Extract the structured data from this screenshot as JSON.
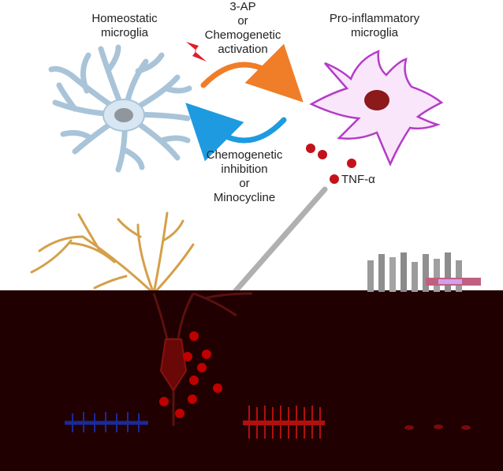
{
  "labels": {
    "homeostatic_line1": "Homeostatic",
    "homeostatic_line2": "microglia",
    "pro_line1": "Pro-inflammatory",
    "pro_line2": "microglia",
    "activation_line1": "3-AP",
    "activation_line2": "or",
    "activation_line3": "Chemogenetic",
    "activation_line4": "activation",
    "inhibition_line1": "Chemogenetic",
    "inhibition_line2": "inhibition",
    "inhibition_line3": "or",
    "inhibition_line4": "Minocycline",
    "cytokine": "TNF-α"
  },
  "colors": {
    "homeostatic_cell": "#a9c4d8",
    "homeostatic_fill": "#d7e6f2",
    "homeostatic_nucleus": "#8f969c",
    "pro_cell_outline": "#b43cc8",
    "pro_cell_fill": "#fae6fb",
    "pro_nucleus": "#8b1a1a",
    "activation_arrow": "#f07d28",
    "inhibition_arrow": "#1e9be0",
    "lightning": "#e01e2a",
    "cytokine": "#c4121b",
    "neuron_dendrite": "#d4a04a",
    "dark_band": "#200000",
    "signal_line": "#b0b0b0",
    "spikes_blue": "#1a2a9a",
    "spikes_red": "#b01010"
  }
}
